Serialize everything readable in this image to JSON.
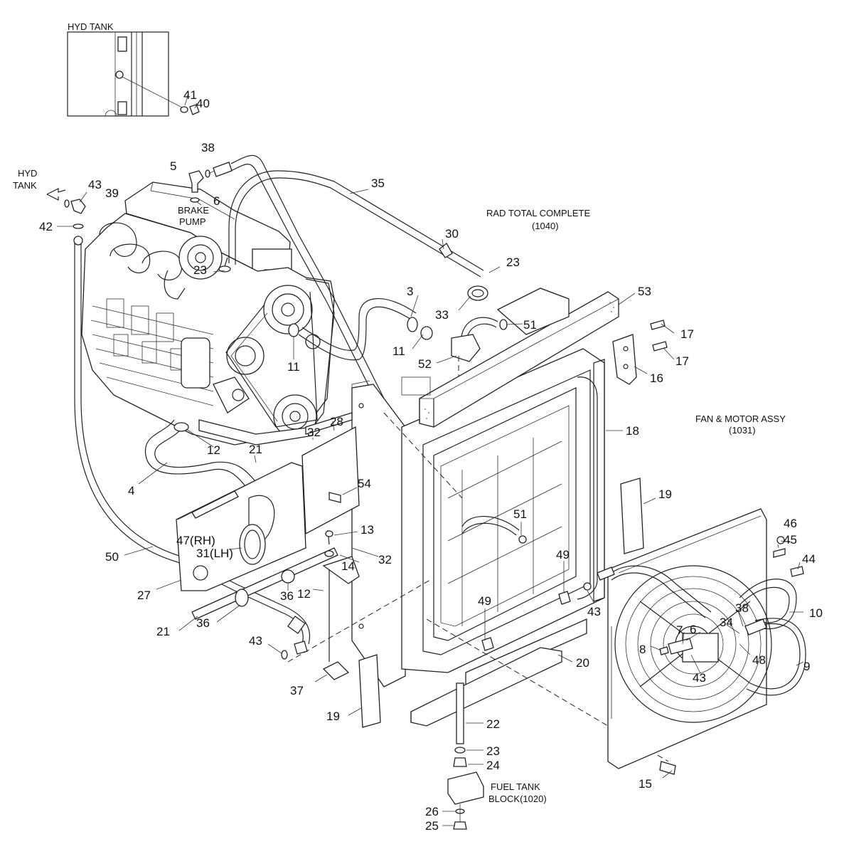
{
  "labels": {
    "hyd_tank_inset": "HYD TANK",
    "hyd_tank_line1": "HYD",
    "hyd_tank_line2": "TANK",
    "brake_pump_line1": "BRAKE",
    "brake_pump_line2": "PUMP",
    "rad_total_line1": "RAD TOTAL COMPLETE",
    "rad_total_line2": "(1040)",
    "fan_motor_line1": "FAN & MOTOR ASSY",
    "fan_motor_line2": "(1031)",
    "fuel_tank_line1": "FUEL TANK",
    "fuel_tank_line2": "BLOCK(1020)"
  },
  "callouts": [
    "41",
    "40",
    "38",
    "5",
    "6",
    "43",
    "39",
    "42",
    "35",
    "30",
    "23",
    "3",
    "33",
    "11",
    "51",
    "53",
    "17",
    "17",
    "16",
    "52",
    "23",
    "11",
    "18",
    "12",
    "32",
    "28",
    "21",
    "4",
    "54",
    "19",
    "13",
    "47(RH)",
    "31(LH)",
    "51",
    "49",
    "46",
    "45",
    "44",
    "50",
    "32",
    "14",
    "27",
    "36",
    "12",
    "43",
    "10",
    "38",
    "34",
    "6",
    "7",
    "21",
    "36",
    "8",
    "43",
    "48",
    "9",
    "49",
    "20",
    "43",
    "37",
    "19",
    "22",
    "23",
    "24",
    "15",
    "26",
    "25"
  ]
}
